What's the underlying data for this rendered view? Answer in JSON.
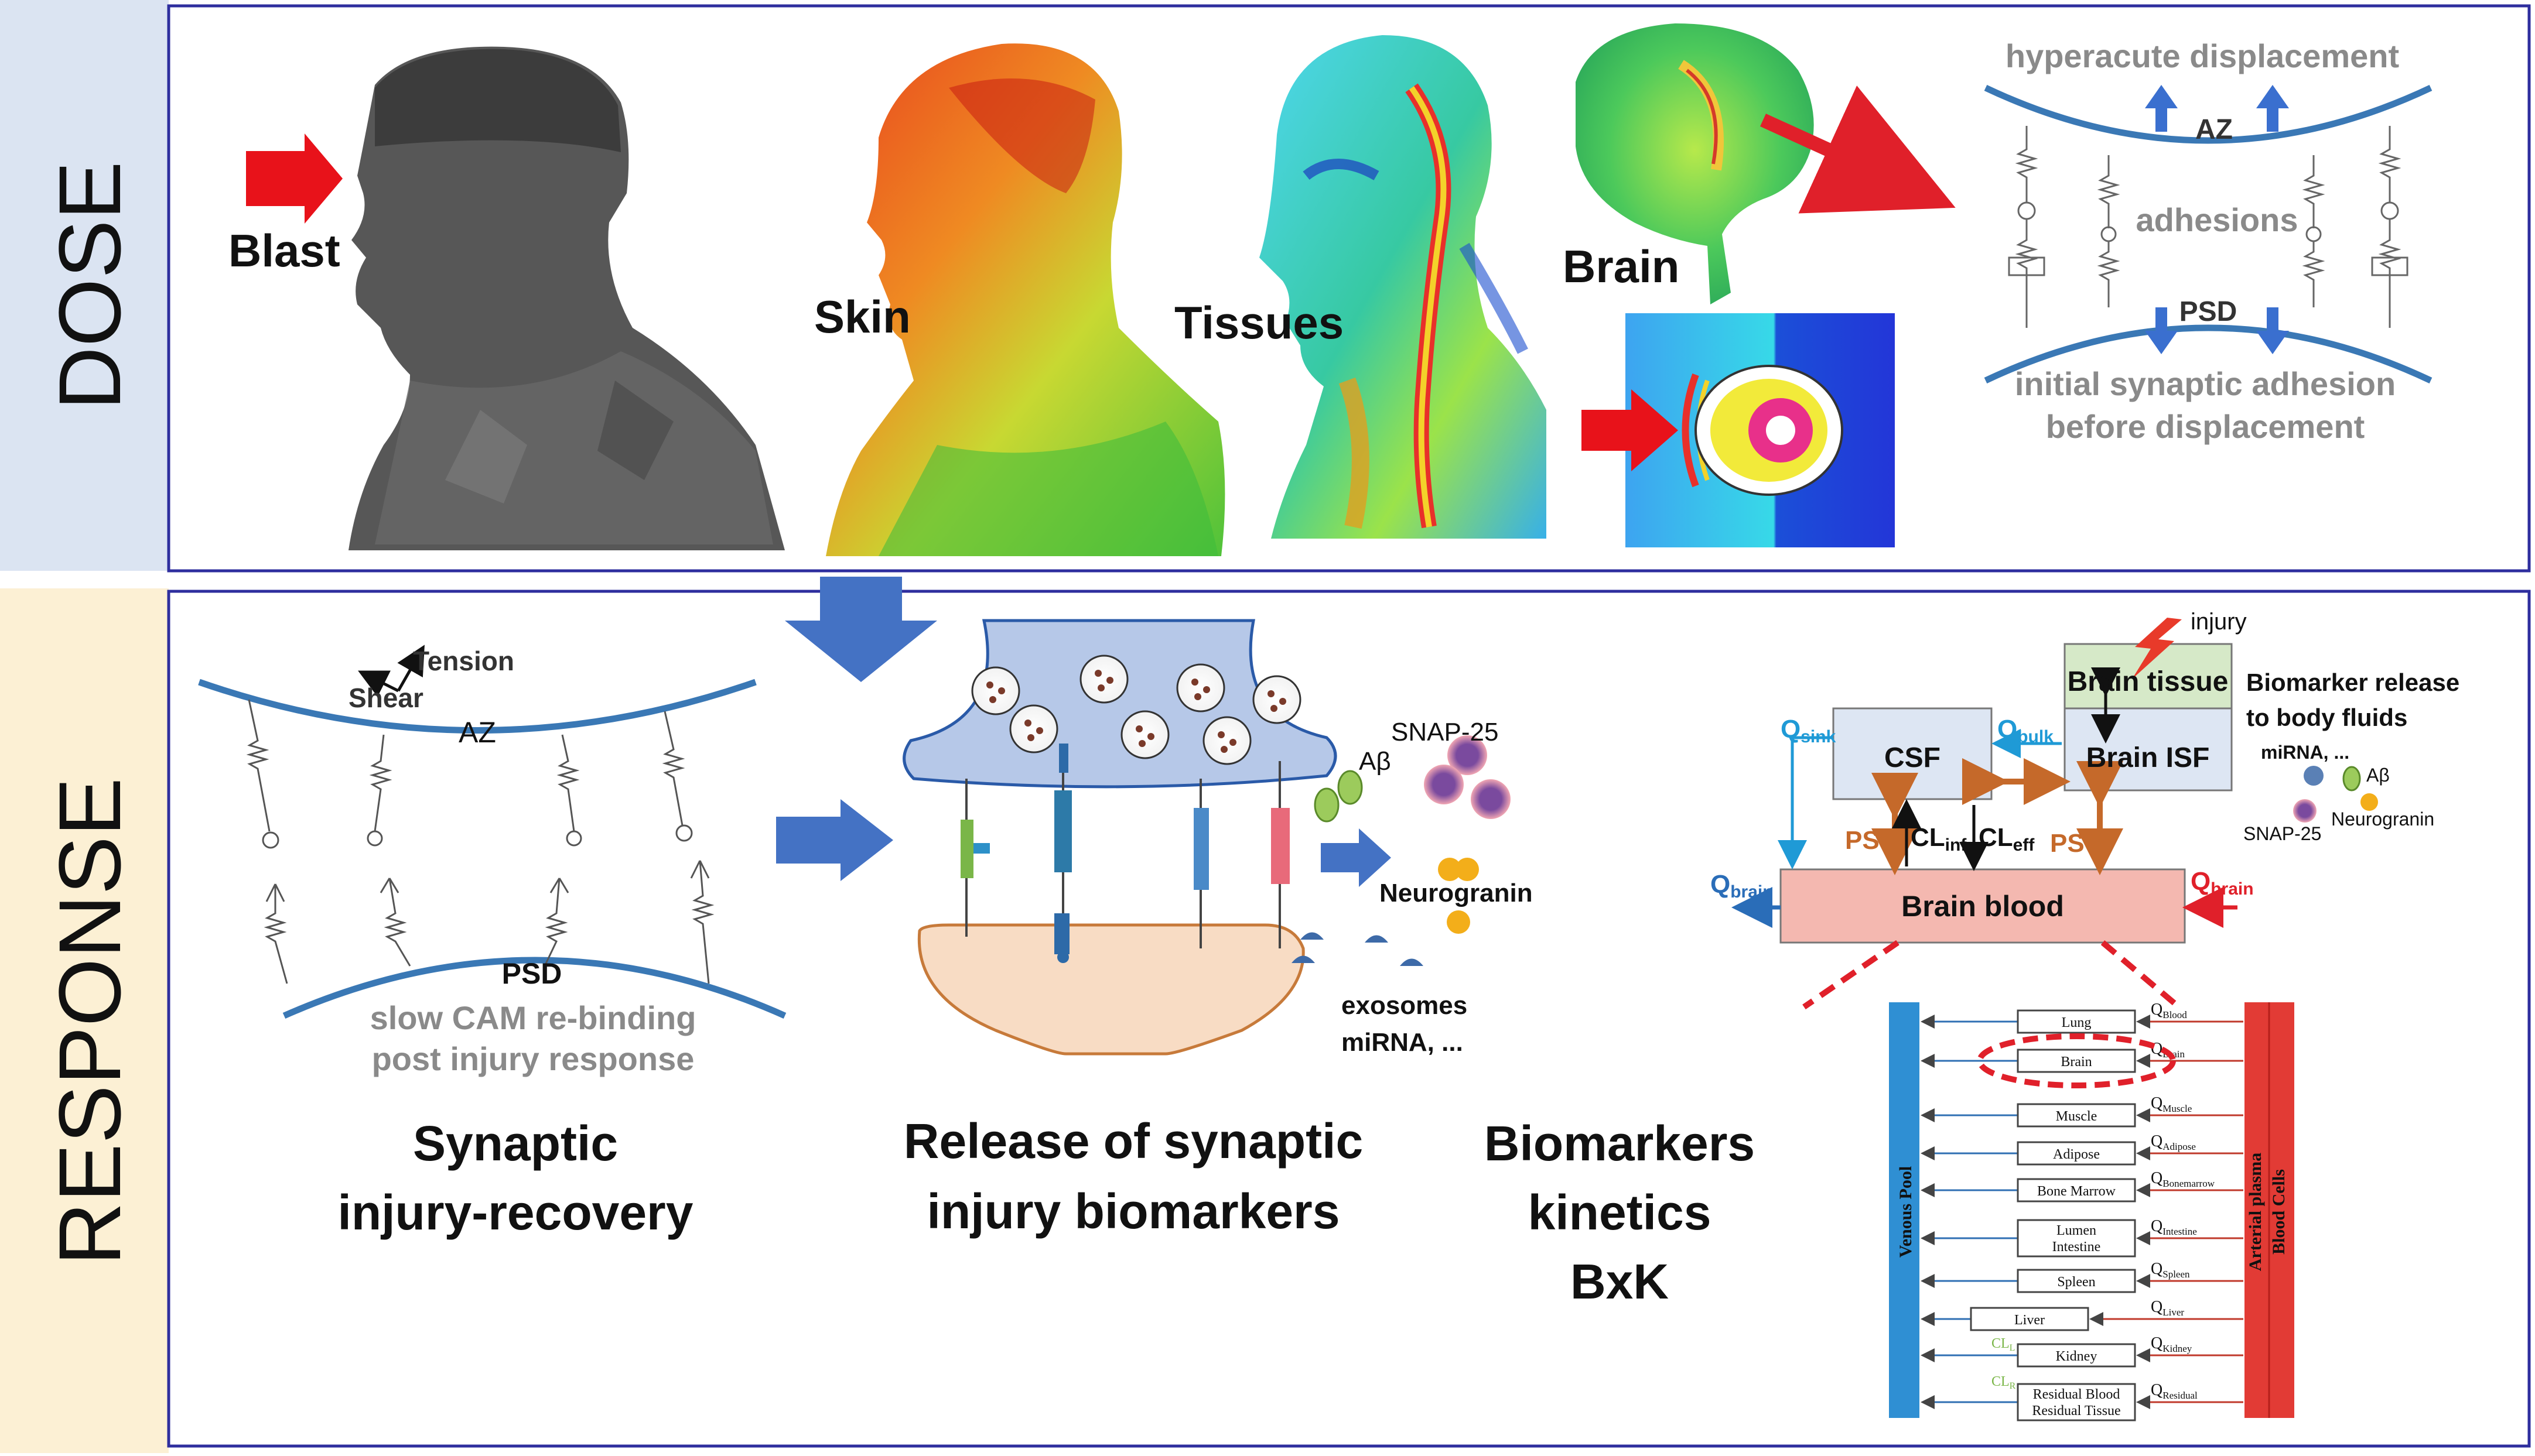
{
  "sections": {
    "dose": "DOSE",
    "response": "RESPONSE"
  },
  "dose": {
    "blast": "Blast",
    "skin": "Skin",
    "tissues": "Tissues",
    "brain": "Brain",
    "synapse": {
      "hyperacute": "hyperacute displacement",
      "az": "AZ",
      "adhesions": "adhesions",
      "psd": "PSD",
      "initial_line1": "initial synaptic adhesion",
      "initial_line2": "before displacement"
    }
  },
  "response": {
    "synaptic_panel": {
      "tension": "Tension",
      "shear": "Shear",
      "az": "AZ",
      "psd": "PSD",
      "slow_line1": "slow CAM re-binding",
      "slow_line2": "post injury response",
      "caption_line1": "Synaptic",
      "caption_line2": "injury-recovery"
    },
    "release_panel": {
      "snap25": "SNAP-25",
      "abeta": "Aβ",
      "neurogranin": "Neurogranin",
      "exosomes": "exosomes",
      "mirna": "miRNA, ...",
      "caption_line1": "Release of synaptic",
      "caption_line2": "injury biomarkers"
    },
    "kinetics_caption": {
      "line1": "Biomarkers",
      "line2": "kinetics",
      "line3": "BxK"
    },
    "brain_model": {
      "injury": "injury",
      "brain_tissue": "Brain tissue",
      "brain_isf": "Brain ISF",
      "csf": "CSF",
      "brain_blood": "Brain blood",
      "q": "Q",
      "sink": "sink",
      "bulk": "bulk",
      "brain_sub": "brain",
      "ps": "PS",
      "cl": "CL",
      "inf": "inf",
      "eff": "eff",
      "release_line1": "Biomarker release",
      "release_line2": "to body fluids",
      "mirna": "miRNA, ...",
      "abeta": "Aβ",
      "snap25": "SNAP-25",
      "neurogranin": "Neurogranin"
    },
    "pbpk": {
      "venous_pool": "Venous Pool",
      "arterial_line1": "Arterial plasma",
      "arterial_line2": "Blood Cells",
      "q": "Q",
      "cl": "CL",
      "cl_sub1": "L",
      "cl_sub2": "R",
      "organs": [
        {
          "label": "Lung",
          "q_sub": "Blood"
        },
        {
          "label": "Brain",
          "q_sub": "Brain"
        },
        {
          "label": "Muscle",
          "q_sub": "Muscle"
        },
        {
          "label": "Adipose",
          "q_sub": "Adipose"
        },
        {
          "label": "Bone Marrow",
          "q_sub": "Bonemarrow"
        },
        {
          "label": "Lumen",
          "label2": "Intestine",
          "q_sub": "Intestine"
        },
        {
          "label": "Spleen",
          "q_sub": "Spleen"
        },
        {
          "label": "Liver",
          "q_sub": "Liver"
        },
        {
          "label": "Kidney",
          "q_sub": "Kidney"
        },
        {
          "label": "Residual Blood",
          "label2": "Residual Tissue",
          "q_sub": "Residual"
        }
      ]
    }
  },
  "colors": {
    "blast_arrow": "#e8121a",
    "flow_arrow": "#4472c4",
    "frame": "#2e2e9e",
    "dose_band": "#dbe4f2",
    "response_band": "#fcf0d4",
    "membrane": "#3a78b5",
    "orange_arrow": "#c5692a",
    "brain_blood": "#f4b8b0",
    "csf_box": "#dde6f3",
    "tissue_box": "#d6e9c8",
    "venous": "#2f8fd3",
    "arterial": "#e23b35"
  }
}
